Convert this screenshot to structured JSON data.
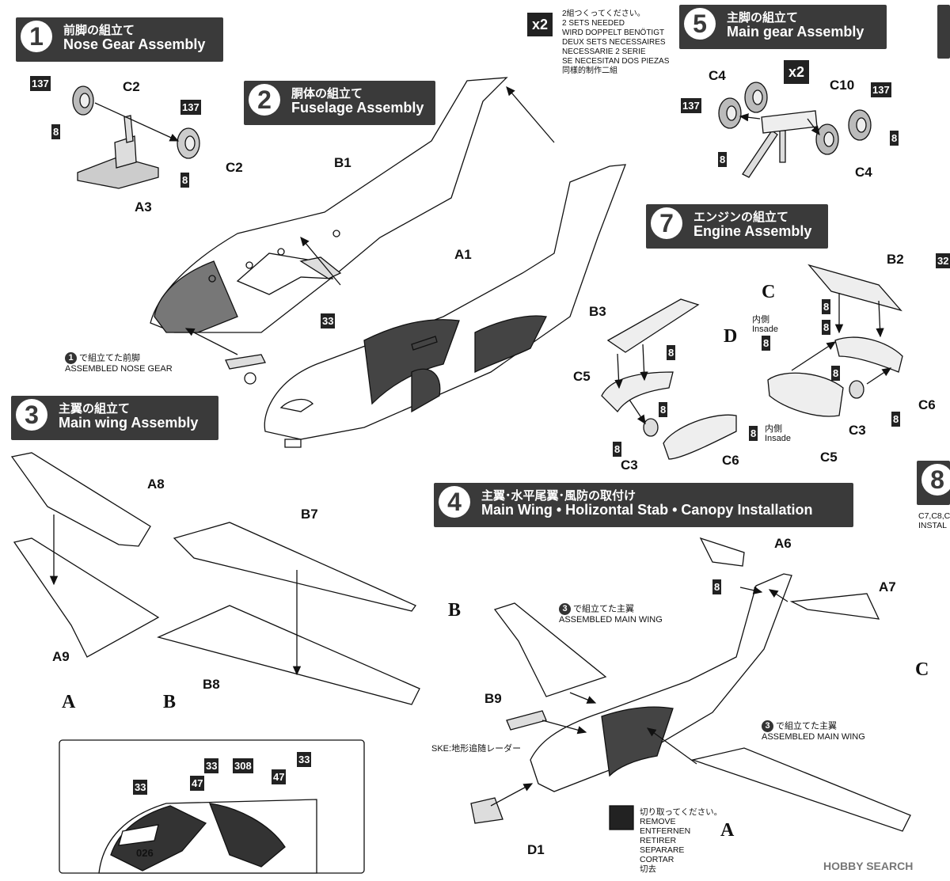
{
  "steps": {
    "s1": {
      "num": "1",
      "jp": "前脚の組立て",
      "en": "Nose Gear Assembly"
    },
    "s2": {
      "num": "2",
      "jp": "胴体の組立て",
      "en": "Fuselage Assembly"
    },
    "s3": {
      "num": "3",
      "jp": "主翼の組立て",
      "en": "Main wing Assembly"
    },
    "s4": {
      "num": "4",
      "jp": "主翼･水平尾翼･風防の取付け",
      "en": "Main Wing • Holizontal Stab • Canopy Installation"
    },
    "s5": {
      "num": "5",
      "jp": "主脚の組立て",
      "en": "Main gear Assembly"
    },
    "s7": {
      "num": "7",
      "jp": "エンジンの組立て",
      "en": "Engine Assembly"
    },
    "s8": {
      "num": "8"
    }
  },
  "parts": {
    "c2": "C2",
    "a3": "A3",
    "b1": "B1",
    "a1": "A1",
    "c4": "C4",
    "c10": "C10",
    "b2": "B2",
    "b3": "B3",
    "c5": "C5",
    "c6": "C6",
    "c3": "C3",
    "a8": "A8",
    "a9": "A9",
    "b7": "B7",
    "b8": "B8",
    "a6": "A6",
    "a7": "A7",
    "b9": "B9",
    "d1": "D1"
  },
  "paint": {
    "p137": "137",
    "p8": "8",
    "p33": "33",
    "p47": "47",
    "p308": "308",
    "p32": "32"
  },
  "arrows": {
    "a": "A",
    "b": "B",
    "c": "C",
    "d": "D"
  },
  "x2": "x2",
  "two_sets": [
    "2組つくってください。",
    "2 SETS NEEDED",
    "WIRD DOPPELT BENÖTIGT",
    "DEUX SETS NECESSAIRES",
    "NECESSARIE 2 SERIE",
    "SE NECESITAN DOS PIEZAS",
    "同樣的制作二組"
  ],
  "nose_gear_note": {
    "circ": "1",
    "jp": "で組立てた前脚",
    "en": "ASSEMBLED NOSE GEAR"
  },
  "main_wing_note": {
    "circ": "3",
    "jp": "で組立てた主翼",
    "en": "ASSEMBLED MAIN WING"
  },
  "insade": {
    "jp": "内側",
    "en": "Insade"
  },
  "ske": "SKE:地形追随レーダー",
  "remove": [
    "切り取ってください。",
    "REMOVE",
    "ENTFERNEN",
    "RETIRER",
    "SEPARARE",
    "CORTAR",
    "切去"
  ],
  "step8_sub": [
    "C7,C8,C",
    "INSTAL"
  ],
  "fuselage_no": "026",
  "watermark": "HOBBY SEARCH"
}
